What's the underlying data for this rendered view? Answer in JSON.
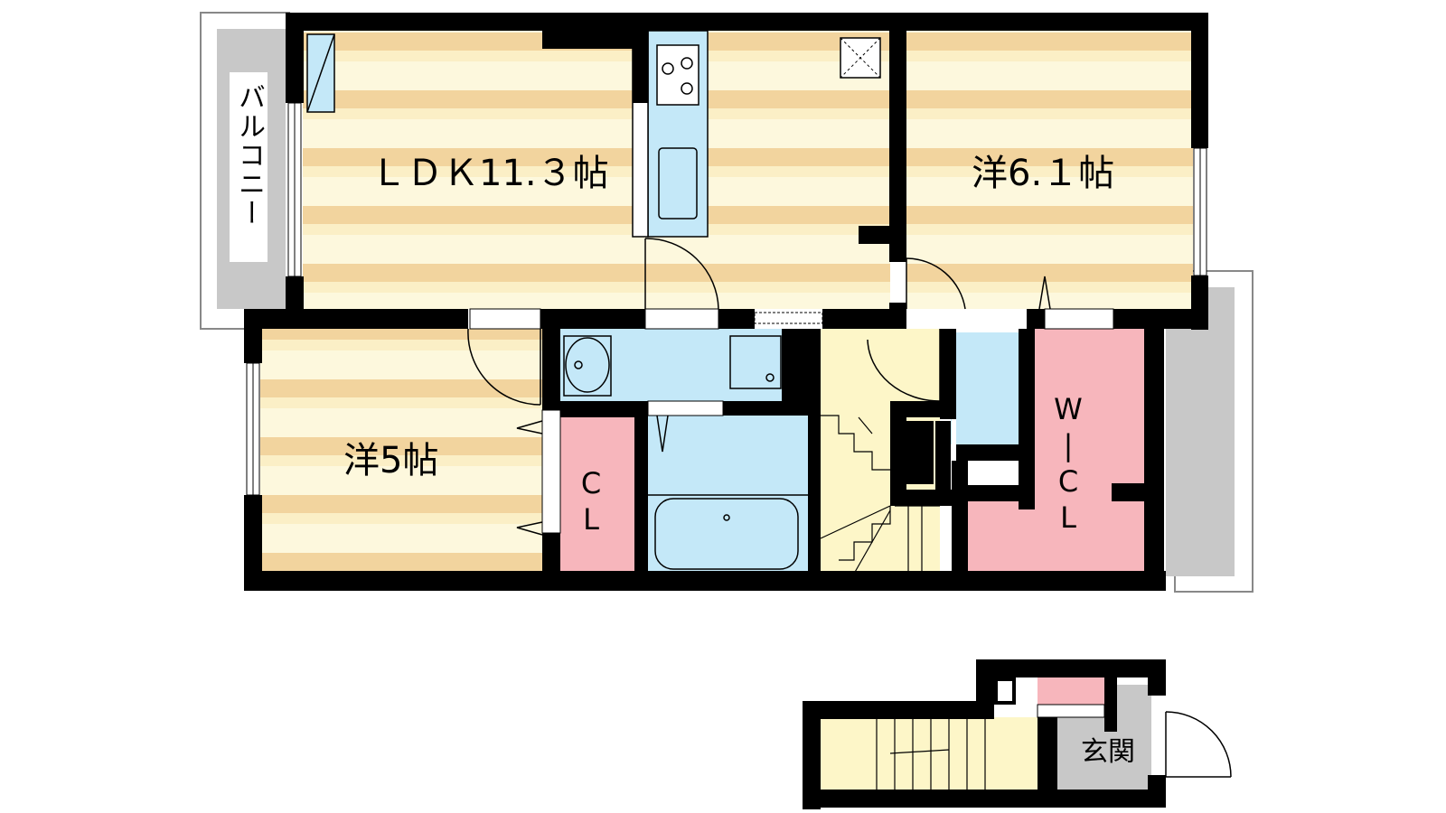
{
  "floor_plan": {
    "rooms": {
      "ldk": {
        "label": "ＬＤＫ11.３帖"
      },
      "west_room_6": {
        "label": "洋6.１帖"
      },
      "west_room_5": {
        "label": "洋5帖"
      },
      "closet": {
        "label": "CL"
      },
      "walk_in_closet": {
        "label": "W|CL"
      },
      "balcony": {
        "label": "バルコニー"
      },
      "entrance": {
        "label": "玄関"
      }
    },
    "colors": {
      "stripe_tan": "#f2d49e",
      "stripe_light": "#fdf8dd",
      "wet_area_blue": "#c4e8f8",
      "closet_pink": "#f7b6bc",
      "stair_yellow": "#fdf6c8",
      "balcony_gray": "#c8c8c8",
      "wall": "#000000"
    }
  }
}
